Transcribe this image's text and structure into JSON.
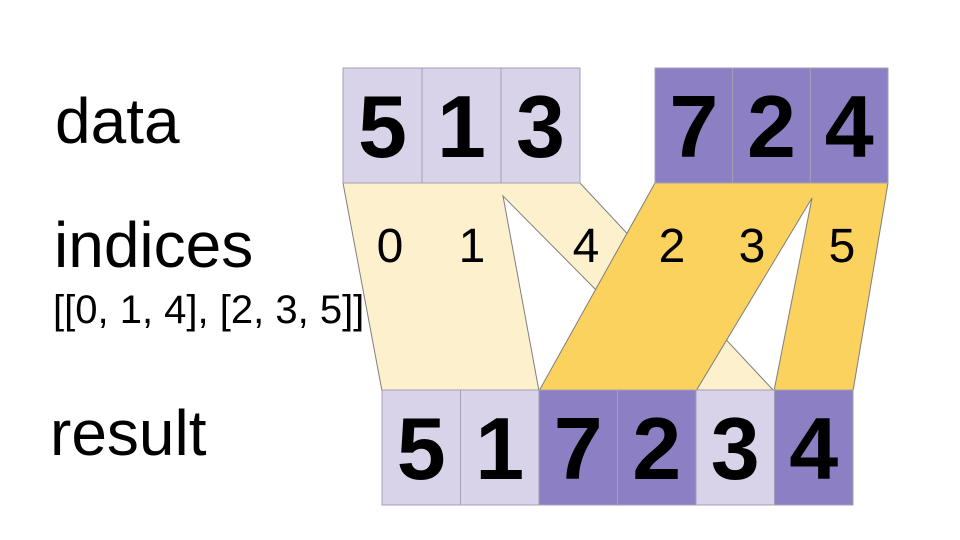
{
  "labels": {
    "data": "data",
    "indices": "indices",
    "indices_list": "[[0, 1, 4], [2, 3, 5]]",
    "result": "result"
  },
  "colors": {
    "light_purple": "#D9D3EA",
    "dark_purple": "#8C7FC3",
    "light_yellow": "#FDF1CD",
    "golden": "#FBD25E"
  },
  "data_array_left": {
    "values": [
      "5",
      "1",
      "3"
    ]
  },
  "data_array_right": {
    "values": [
      "7",
      "2",
      "4"
    ]
  },
  "index_band": {
    "left_group": [
      "0",
      "1",
      "4"
    ],
    "right_group": [
      "2",
      "3",
      "5"
    ]
  },
  "result_array": {
    "values": [
      "5",
      "1",
      "7",
      "2",
      "3",
      "4"
    ],
    "cell_colors": [
      "#D9D3EA",
      "#D9D3EA",
      "#8C7FC3",
      "#8C7FC3",
      "#D9D3EA",
      "#8C7FC3"
    ]
  }
}
